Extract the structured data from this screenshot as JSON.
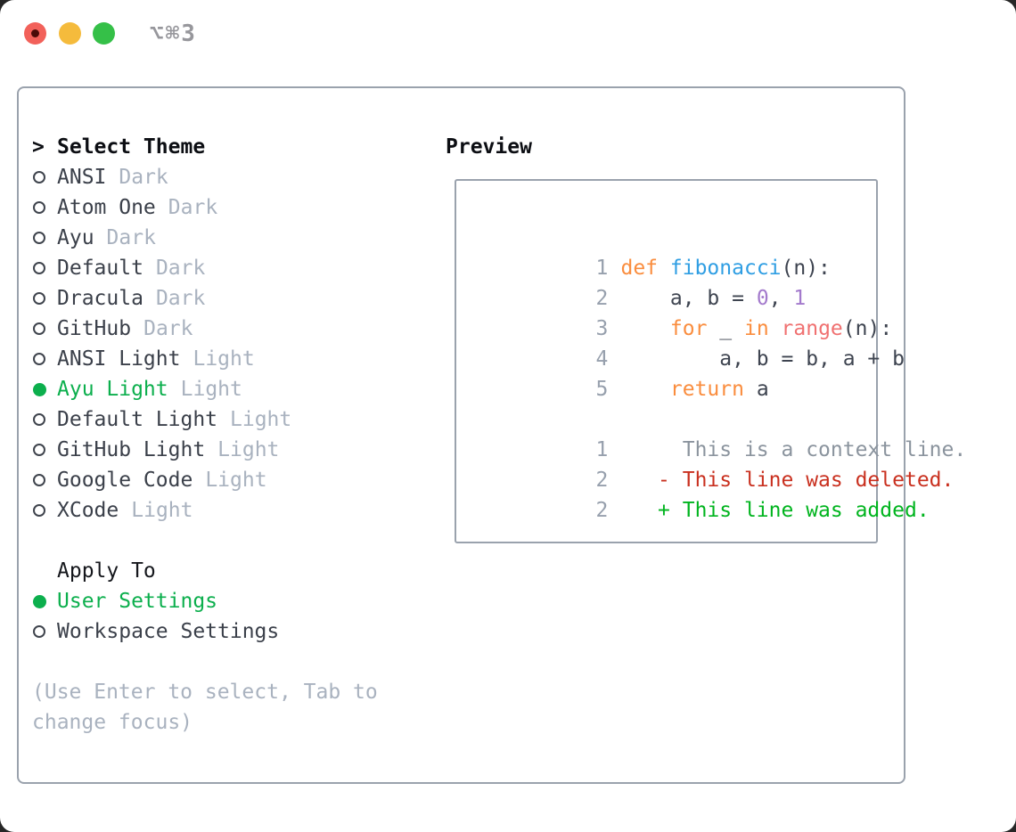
{
  "titlebar": {
    "shortcut": "⌥⌘3"
  },
  "panel": {
    "select_theme": {
      "prefix": ">",
      "title": "Select Theme",
      "themes": [
        {
          "name": "ANSI",
          "variant": "Dark",
          "selected": false
        },
        {
          "name": "Atom One",
          "variant": "Dark",
          "selected": false
        },
        {
          "name": "Ayu",
          "variant": "Dark",
          "selected": false
        },
        {
          "name": "Default",
          "variant": "Dark",
          "selected": false
        },
        {
          "name": "Dracula",
          "variant": "Dark",
          "selected": false
        },
        {
          "name": "GitHub",
          "variant": "Dark",
          "selected": false
        },
        {
          "name": "ANSI Light",
          "variant": "Light",
          "selected": false
        },
        {
          "name": "Ayu Light",
          "variant": "Light",
          "selected": true
        },
        {
          "name": "Default Light",
          "variant": "Light",
          "selected": false
        },
        {
          "name": "GitHub Light",
          "variant": "Light",
          "selected": false
        },
        {
          "name": "Google Code",
          "variant": "Light",
          "selected": false
        },
        {
          "name": "XCode",
          "variant": "Light",
          "selected": false
        }
      ]
    },
    "apply_to": {
      "title": "Apply To",
      "options": [
        {
          "label": "User Settings",
          "selected": true
        },
        {
          "label": "Workspace Settings",
          "selected": false
        }
      ]
    },
    "hint": "(Use Enter to select, Tab to change focus)"
  },
  "preview": {
    "title": "Preview",
    "code_lines": [
      {
        "num": "1",
        "segments": [
          {
            "t": "def",
            "c": "orange"
          },
          {
            "t": " ",
            "c": "fg"
          },
          {
            "t": "fibonacci",
            "c": "blue"
          },
          {
            "t": "(n):",
            "c": "fg"
          }
        ]
      },
      {
        "num": "2",
        "segments": [
          {
            "t": "    a, b = ",
            "c": "fg"
          },
          {
            "t": "0",
            "c": "purple"
          },
          {
            "t": ", ",
            "c": "fg"
          },
          {
            "t": "1",
            "c": "purple"
          }
        ]
      },
      {
        "num": "3",
        "segments": [
          {
            "t": "    ",
            "c": "fg"
          },
          {
            "t": "for",
            "c": "orange"
          },
          {
            "t": " _ ",
            "c": "fg"
          },
          {
            "t": "in",
            "c": "orange"
          },
          {
            "t": " ",
            "c": "fg"
          },
          {
            "t": "range",
            "c": "coral"
          },
          {
            "t": "(n):",
            "c": "fg"
          }
        ]
      },
      {
        "num": "4",
        "segments": [
          {
            "t": "        a, b = b, a + b",
            "c": "fg"
          }
        ]
      },
      {
        "num": "5",
        "segments": [
          {
            "t": "    ",
            "c": "fg"
          },
          {
            "t": "return",
            "c": "orange"
          },
          {
            "t": " a",
            "c": "fg"
          }
        ]
      }
    ],
    "diff_lines": [
      {
        "num": "1",
        "kind": "context",
        "text": "     This is a context line."
      },
      {
        "num": "2",
        "kind": "deleted",
        "text": "   - This line was deleted."
      },
      {
        "num": "2",
        "kind": "added",
        "text": "   + This line was added."
      }
    ]
  },
  "colors": {
    "accent_green": "#0caf4d",
    "added_green": "#00b41e",
    "deleted_red": "#c9301f",
    "keyword_orange": "#fa8d3e",
    "function_blue": "#2f9ee3",
    "number_purple": "#a37acc",
    "builtin_coral": "#f07171",
    "muted_gray": "#a9b2bf",
    "line_number_gray": "#97a0ad",
    "context_gray": "#8b949e",
    "code_foreground": "#3e4450",
    "border_gray": "#9aa2ad",
    "titlebar_text_gray": "#97979c",
    "traffic_red": "#f2615a",
    "traffic_yellow": "#f5bb3c",
    "traffic_green": "#35c048"
  }
}
